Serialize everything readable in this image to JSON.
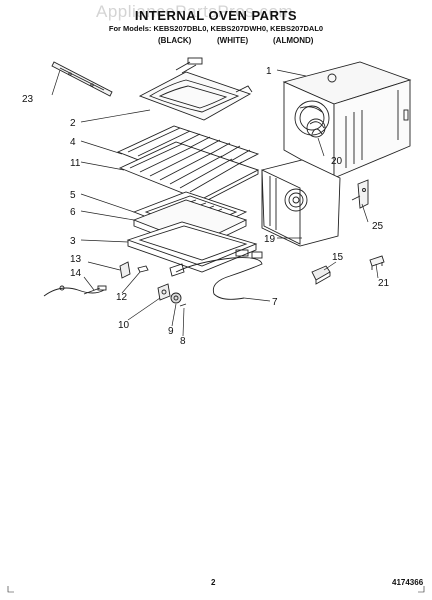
{
  "header": {
    "watermark": "AppliancePartsPros.com",
    "title": "INTERNAL OVEN PARTS",
    "models": "For Models: KEBS207DBL0, KEBS207DWH0, KEBS207DAL0",
    "color_black": "(BLACK)",
    "color_white": "(WHITE)",
    "color_almond": "(ALMOND)"
  },
  "callouts": [
    "1",
    "2",
    "3",
    "4",
    "5",
    "6",
    "7",
    "8",
    "9",
    "10",
    "11",
    "12",
    "13",
    "14",
    "15",
    "19",
    "20",
    "21",
    "23",
    "25"
  ],
  "footer": {
    "page_number": "2",
    "document_number": "4174366"
  },
  "colors": {
    "line": "#222222",
    "paper": "#ffffff"
  }
}
